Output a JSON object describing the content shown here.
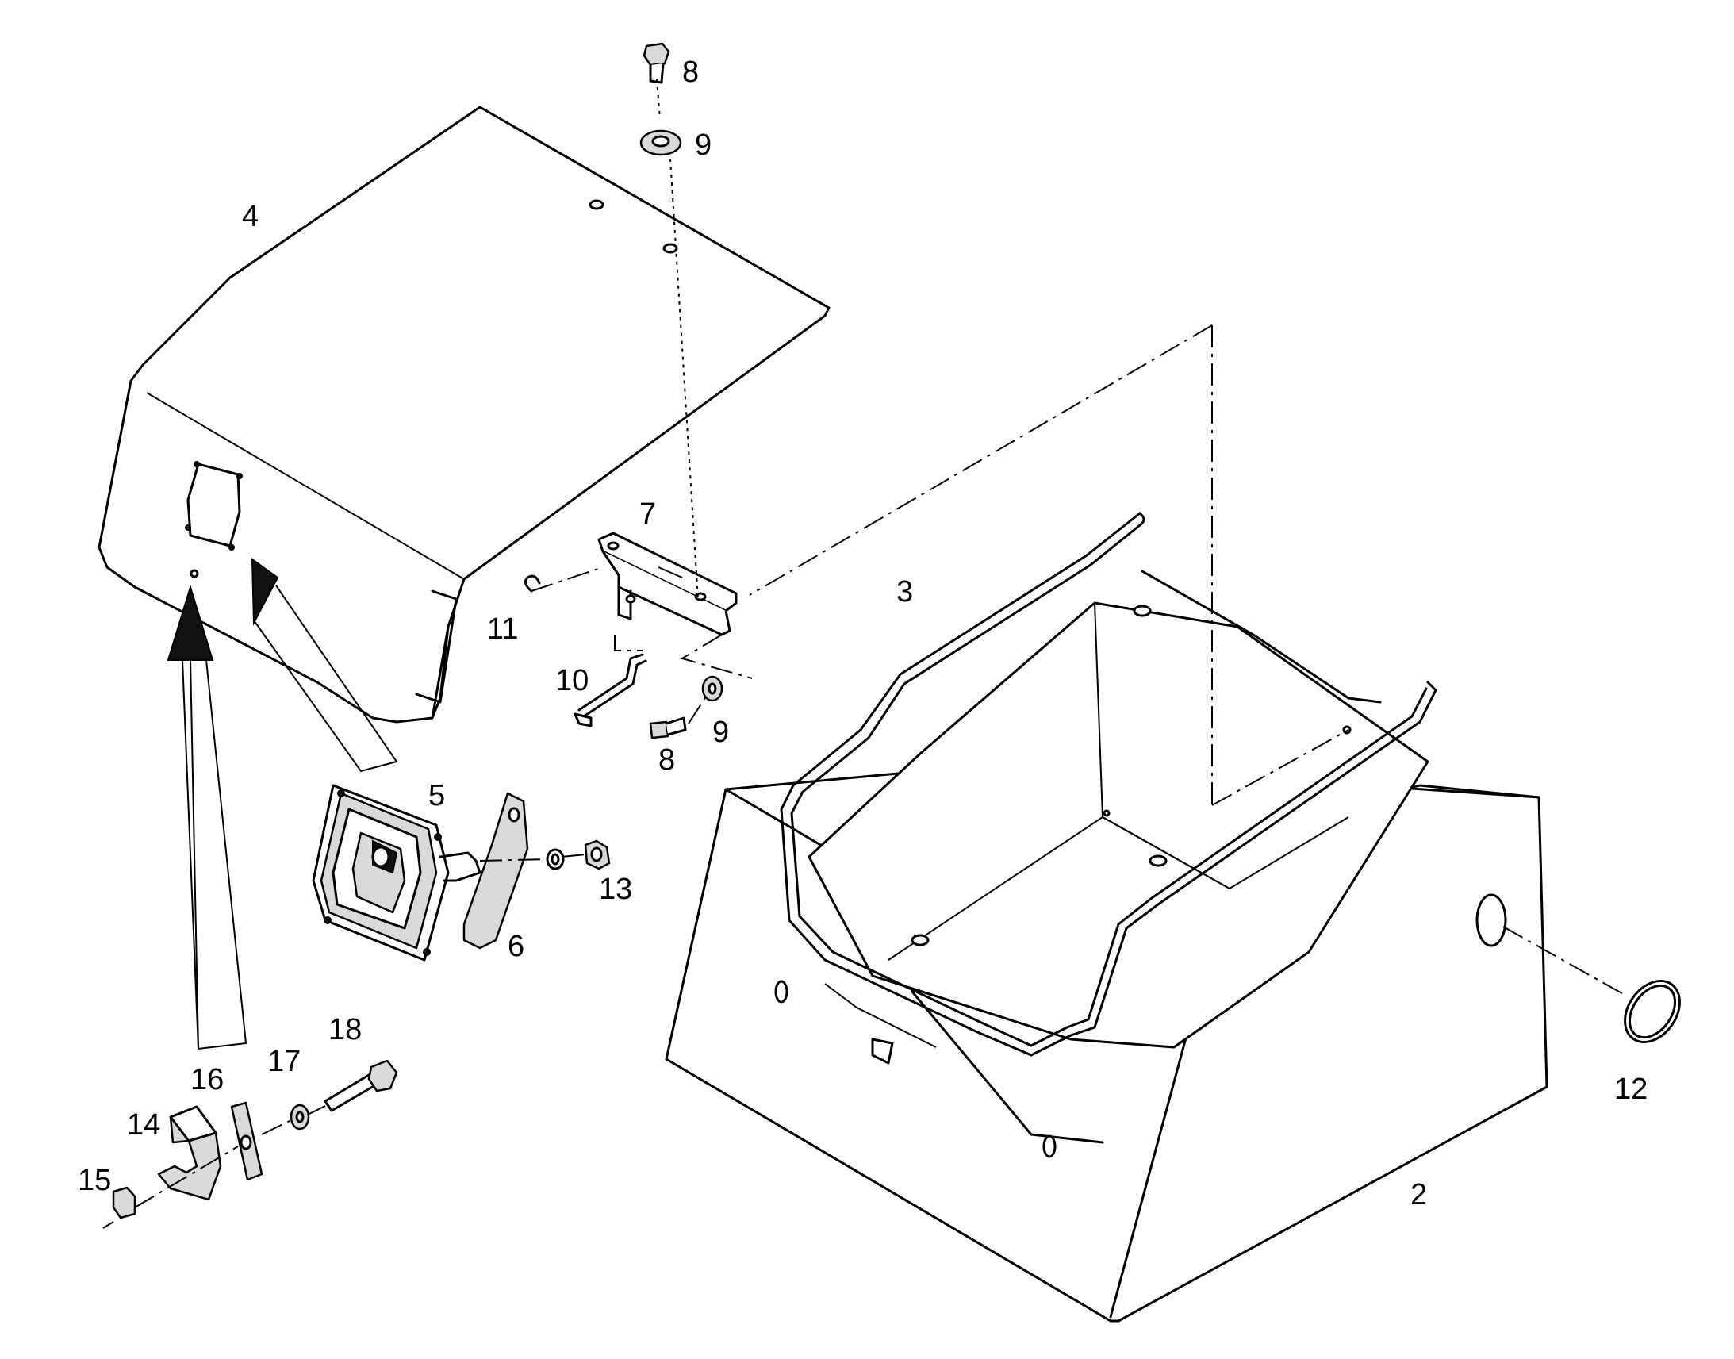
{
  "callouts": [
    {
      "id": "c2",
      "text": "2"
    },
    {
      "id": "c3",
      "text": "3"
    },
    {
      "id": "c4",
      "text": "4"
    },
    {
      "id": "c5",
      "text": "5"
    },
    {
      "id": "c6",
      "text": "6"
    },
    {
      "id": "c7",
      "text": "7"
    },
    {
      "id": "c8a",
      "text": "8"
    },
    {
      "id": "c8b",
      "text": "8"
    },
    {
      "id": "c9a",
      "text": "9"
    },
    {
      "id": "c9b",
      "text": "9"
    },
    {
      "id": "c10",
      "text": "10"
    },
    {
      "id": "c11",
      "text": "11"
    },
    {
      "id": "c12",
      "text": "12"
    },
    {
      "id": "c13",
      "text": "13"
    },
    {
      "id": "c14",
      "text": "14"
    },
    {
      "id": "c15",
      "text": "15"
    },
    {
      "id": "c16",
      "text": "16"
    },
    {
      "id": "c17",
      "text": "17"
    },
    {
      "id": "c18",
      "text": "18"
    }
  ]
}
